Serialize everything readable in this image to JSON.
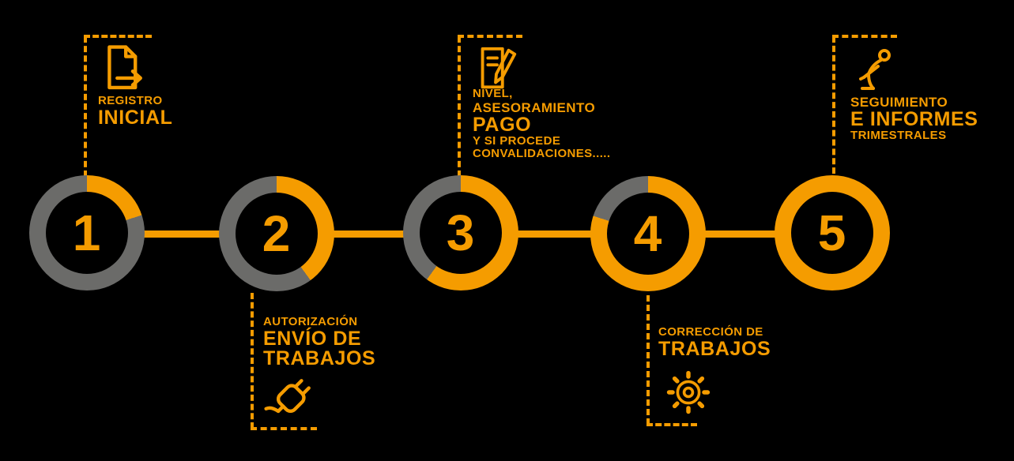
{
  "theme": {
    "accent": "#F59C00",
    "muted": "#6B6B69",
    "background": "#000000"
  },
  "steps": [
    {
      "number": "1",
      "progress_percent": 20,
      "label_position": "top",
      "icon": "document-arrow-icon",
      "lines": [
        {
          "text": "REGISTRO"
        },
        {
          "text": "INICIAL"
        }
      ]
    },
    {
      "number": "2",
      "progress_percent": 40,
      "label_position": "bottom",
      "icon": "plug-icon",
      "lines": [
        {
          "text": "AUTORIZACIÓN"
        },
        {
          "text": "ENVÍO DE"
        },
        {
          "text": "TRABAJOS"
        }
      ]
    },
    {
      "number": "3",
      "progress_percent": 60,
      "label_position": "top",
      "icon": "document-pencil-icon",
      "lines": [
        {
          "text": "NIVEL,"
        },
        {
          "text": "ASESORAMIENTO"
        },
        {
          "text": "PAGO"
        },
        {
          "text": "Y SI PROCEDE"
        },
        {
          "text": "CONVALIDACIONES....."
        }
      ]
    },
    {
      "number": "4",
      "progress_percent": 80,
      "label_position": "bottom",
      "icon": "gear-icon",
      "lines": [
        {
          "text": "CORRECCIÓN DE"
        },
        {
          "text": "TRABAJOS"
        }
      ]
    },
    {
      "number": "5",
      "progress_percent": 100,
      "label_position": "top",
      "icon": "person-writing-icon",
      "lines": [
        {
          "text": "SEGUIMIENTO"
        },
        {
          "text": "E INFORMES"
        },
        {
          "text": "TRIMESTRALES"
        }
      ]
    }
  ]
}
